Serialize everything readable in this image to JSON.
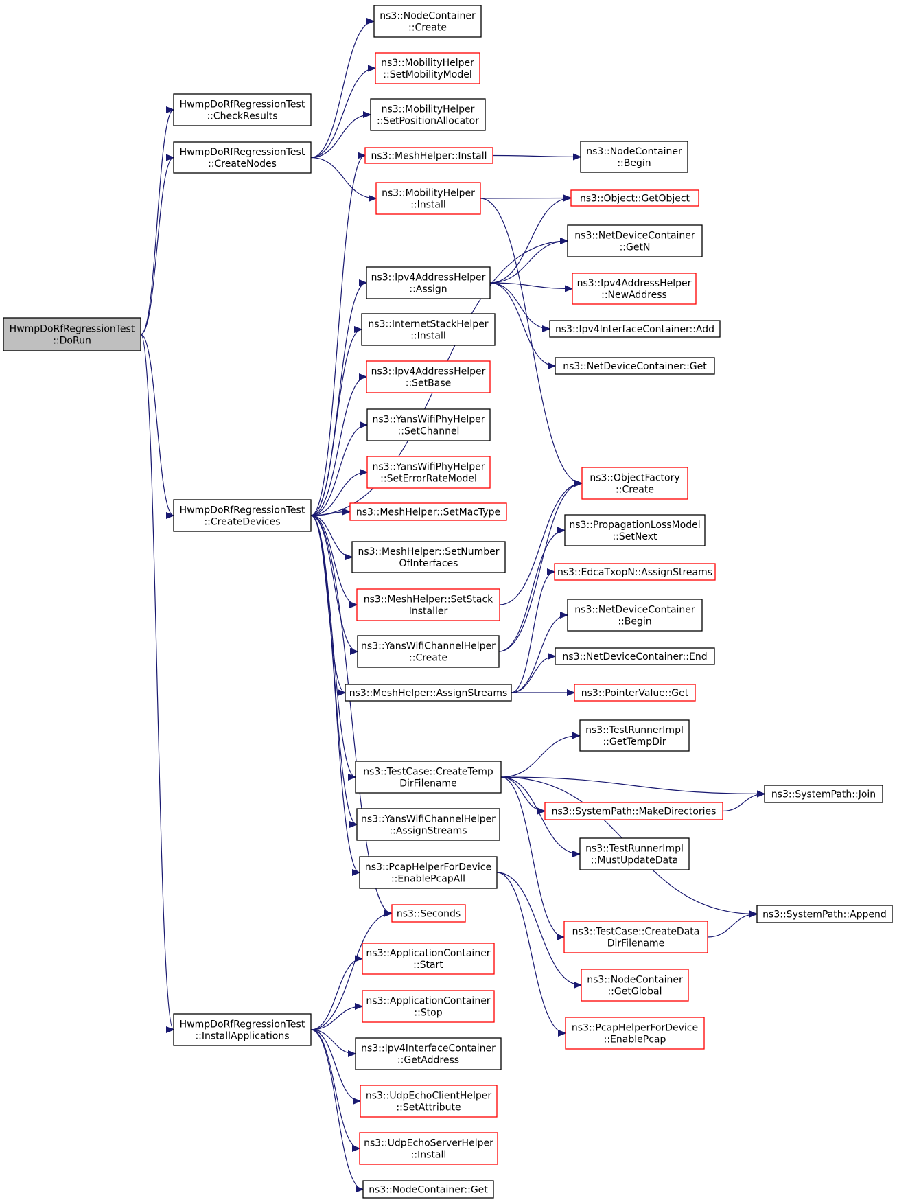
{
  "colors": {
    "edge": "#191970",
    "black_border": "#000000",
    "red_border": "#ff0000",
    "root_fill": "#bfbfbf"
  },
  "nodes": {
    "dorun": {
      "lines": [
        "HwmpDoRfRegressionTest",
        "::DoRun"
      ],
      "style": "root"
    },
    "checkresults": {
      "lines": [
        "HwmpDoRfRegressionTest",
        "::CheckResults"
      ],
      "style": "black"
    },
    "createnodes": {
      "lines": [
        "HwmpDoRfRegressionTest",
        "::CreateNodes"
      ],
      "style": "black"
    },
    "createdevices": {
      "lines": [
        "HwmpDoRfRegressionTest",
        "::CreateDevices"
      ],
      "style": "black"
    },
    "installapps": {
      "lines": [
        "HwmpDoRfRegressionTest",
        "::InstallApplications"
      ],
      "style": "black"
    },
    "nc_create": {
      "lines": [
        "ns3::NodeContainer",
        "::Create"
      ],
      "style": "black"
    },
    "mob_setmodel": {
      "lines": [
        "ns3::MobilityHelper",
        "::SetMobilityModel"
      ],
      "style": "red"
    },
    "mob_setpos": {
      "lines": [
        "ns3::MobilityHelper",
        "::SetPositionAllocator"
      ],
      "style": "black"
    },
    "mesh_install": {
      "lines": [
        "ns3::MeshHelper::Install"
      ],
      "style": "red"
    },
    "mob_install": {
      "lines": [
        "ns3::MobilityHelper",
        "::Install"
      ],
      "style": "red"
    },
    "nc_begin": {
      "lines": [
        "ns3::NodeContainer",
        "::Begin"
      ],
      "style": "black"
    },
    "obj_getobject": {
      "lines": [
        "ns3::Object::GetObject"
      ],
      "style": "red"
    },
    "ndc_getn": {
      "lines": [
        "ns3::NetDeviceContainer",
        "::GetN"
      ],
      "style": "black"
    },
    "ipv4_assign": {
      "lines": [
        "ns3::Ipv4AddressHelper",
        "::Assign"
      ],
      "style": "black"
    },
    "ipv4_newaddr": {
      "lines": [
        "ns3::Ipv4AddressHelper",
        "::NewAddress"
      ],
      "style": "red"
    },
    "ipv4ic_add": {
      "lines": [
        "ns3::Ipv4InterfaceContainer::Add"
      ],
      "style": "black"
    },
    "ndc_get": {
      "lines": [
        "ns3::NetDeviceContainer::Get"
      ],
      "style": "black"
    },
    "inet_install": {
      "lines": [
        "ns3::InternetStackHelper",
        "::Install"
      ],
      "style": "black"
    },
    "ipv4_setbase": {
      "lines": [
        "ns3::Ipv4AddressHelper",
        "::SetBase"
      ],
      "style": "red"
    },
    "yphy_setchannel": {
      "lines": [
        "ns3::YansWifiPhyHelper",
        "::SetChannel"
      ],
      "style": "black"
    },
    "yphy_seterr": {
      "lines": [
        "ns3::YansWifiPhyHelper",
        "::SetErrorRateModel"
      ],
      "style": "red"
    },
    "objfactory_create": {
      "lines": [
        "ns3::ObjectFactory",
        "::Create"
      ],
      "style": "red"
    },
    "mesh_setmac": {
      "lines": [
        "ns3::MeshHelper::SetMacType"
      ],
      "style": "red"
    },
    "prop_setnext": {
      "lines": [
        "ns3::PropagationLossModel",
        "::SetNext"
      ],
      "style": "black"
    },
    "mesh_setnum": {
      "lines": [
        "ns3::MeshHelper::SetNumber",
        "OfInterfaces"
      ],
      "style": "black"
    },
    "edca_assign": {
      "lines": [
        "ns3::EdcaTxopN::AssignStreams"
      ],
      "style": "red"
    },
    "mesh_setstack": {
      "lines": [
        "ns3::MeshHelper::SetStack",
        "Installer"
      ],
      "style": "red"
    },
    "ndc_begin": {
      "lines": [
        "ns3::NetDeviceContainer",
        "::Begin"
      ],
      "style": "black"
    },
    "ychan_create": {
      "lines": [
        "ns3::YansWifiChannelHelper",
        "::Create"
      ],
      "style": "black"
    },
    "ndc_end": {
      "lines": [
        "ns3::NetDeviceContainer::End"
      ],
      "style": "black"
    },
    "mesh_assignstreams": {
      "lines": [
        "ns3::MeshHelper::AssignStreams"
      ],
      "style": "black"
    },
    "ptr_get": {
      "lines": [
        "ns3::PointerValue::Get"
      ],
      "style": "red"
    },
    "tri_gettempdir": {
      "lines": [
        "ns3::TestRunnerImpl",
        "::GetTempDir"
      ],
      "style": "black"
    },
    "tc_createtemp": {
      "lines": [
        "ns3::TestCase::CreateTemp",
        "DirFilename"
      ],
      "style": "black"
    },
    "sp_join": {
      "lines": [
        "ns3::SystemPath::Join"
      ],
      "style": "black"
    },
    "sp_makedirs": {
      "lines": [
        "ns3::SystemPath::MakeDirectories"
      ],
      "style": "red"
    },
    "ychan_assign": {
      "lines": [
        "ns3::YansWifiChannelHelper",
        "::AssignStreams"
      ],
      "style": "black"
    },
    "tri_mustupdate": {
      "lines": [
        "ns3::TestRunnerImpl",
        "::MustUpdateData"
      ],
      "style": "black"
    },
    "pcap_enableall": {
      "lines": [
        "ns3::PcapHelperForDevice",
        "::EnablePcapAll"
      ],
      "style": "black"
    },
    "seconds": {
      "lines": [
        "ns3::Seconds"
      ],
      "style": "red"
    },
    "sp_append": {
      "lines": [
        "ns3::SystemPath::Append"
      ],
      "style": "black"
    },
    "tc_createdata": {
      "lines": [
        "ns3::TestCase::CreateData",
        "DirFilename"
      ],
      "style": "red"
    },
    "app_start": {
      "lines": [
        "ns3::ApplicationContainer",
        "::Start"
      ],
      "style": "red"
    },
    "nc_getglobal": {
      "lines": [
        "ns3::NodeContainer",
        "::GetGlobal"
      ],
      "style": "red"
    },
    "app_stop": {
      "lines": [
        "ns3::ApplicationContainer",
        "::Stop"
      ],
      "style": "red"
    },
    "pcap_enable": {
      "lines": [
        "ns3::PcapHelperForDevice",
        "::EnablePcap"
      ],
      "style": "red"
    },
    "ipv4ic_getaddr": {
      "lines": [
        "ns3::Ipv4InterfaceContainer",
        "::GetAddress"
      ],
      "style": "black"
    },
    "udpclient_setattr": {
      "lines": [
        "ns3::UdpEchoClientHelper",
        "::SetAttribute"
      ],
      "style": "red"
    },
    "udpserver_install": {
      "lines": [
        "ns3::UdpEchoServerHelper",
        "::Install"
      ],
      "style": "red"
    },
    "nc_get": {
      "lines": [
        "ns3::NodeContainer::Get"
      ],
      "style": "black"
    }
  },
  "edges": [
    [
      "dorun",
      "checkresults"
    ],
    [
      "dorun",
      "createnodes"
    ],
    [
      "dorun",
      "createdevices"
    ],
    [
      "dorun",
      "installapps"
    ],
    [
      "createnodes",
      "nc_create"
    ],
    [
      "createnodes",
      "mob_setmodel"
    ],
    [
      "createnodes",
      "mob_setpos"
    ],
    [
      "createnodes",
      "mob_install"
    ],
    [
      "createdevices",
      "mesh_install"
    ],
    [
      "createdevices",
      "ndc_getn"
    ],
    [
      "createdevices",
      "ipv4_assign"
    ],
    [
      "createdevices",
      "inet_install"
    ],
    [
      "createdevices",
      "ipv4_setbase"
    ],
    [
      "createdevices",
      "yphy_setchannel"
    ],
    [
      "createdevices",
      "yphy_seterr"
    ],
    [
      "createdevices",
      "mesh_setmac"
    ],
    [
      "createdevices",
      "mesh_setnum"
    ],
    [
      "createdevices",
      "mesh_setstack"
    ],
    [
      "createdevices",
      "ychan_create"
    ],
    [
      "createdevices",
      "mesh_assignstreams"
    ],
    [
      "createdevices",
      "tc_createtemp"
    ],
    [
      "createdevices",
      "ychan_assign"
    ],
    [
      "createdevices",
      "pcap_enableall"
    ],
    [
      "createdevices",
      "seconds"
    ],
    [
      "mesh_install",
      "nc_begin"
    ],
    [
      "mob_install",
      "obj_getobject"
    ],
    [
      "mob_install",
      "objfactory_create"
    ],
    [
      "ipv4_assign",
      "obj_getobject"
    ],
    [
      "ipv4_assign",
      "ndc_getn"
    ],
    [
      "ipv4_assign",
      "ipv4_newaddr"
    ],
    [
      "ipv4_assign",
      "ipv4ic_add"
    ],
    [
      "ipv4_assign",
      "ndc_get"
    ],
    [
      "mesh_setstack",
      "objfactory_create"
    ],
    [
      "ychan_create",
      "objfactory_create"
    ],
    [
      "ychan_create",
      "prop_setnext"
    ],
    [
      "mesh_assignstreams",
      "edca_assign"
    ],
    [
      "mesh_assignstreams",
      "ndc_begin"
    ],
    [
      "mesh_assignstreams",
      "ndc_end"
    ],
    [
      "mesh_assignstreams",
      "ptr_get"
    ],
    [
      "tc_createtemp",
      "tri_gettempdir"
    ],
    [
      "tc_createtemp",
      "sp_join"
    ],
    [
      "tc_createtemp",
      "sp_makedirs"
    ],
    [
      "tc_createtemp",
      "tri_mustupdate"
    ],
    [
      "tc_createtemp",
      "sp_append"
    ],
    [
      "tc_createtemp",
      "tc_createdata"
    ],
    [
      "sp_makedirs",
      "sp_join"
    ],
    [
      "tc_createdata",
      "sp_append"
    ],
    [
      "pcap_enableall",
      "nc_getglobal"
    ],
    [
      "pcap_enableall",
      "pcap_enable"
    ],
    [
      "installapps",
      "seconds"
    ],
    [
      "installapps",
      "app_start"
    ],
    [
      "installapps",
      "app_stop"
    ],
    [
      "installapps",
      "ipv4ic_getaddr"
    ],
    [
      "installapps",
      "udpclient_setattr"
    ],
    [
      "installapps",
      "udpserver_install"
    ],
    [
      "installapps",
      "nc_get"
    ]
  ]
}
